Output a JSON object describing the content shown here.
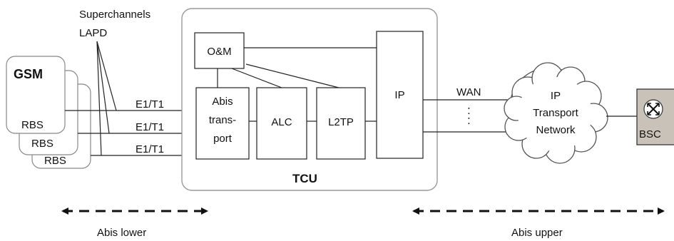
{
  "superchannels": {
    "line1": "Superchannels",
    "line2": "LAPD"
  },
  "rbs": {
    "system_label": "GSM",
    "box_label": "RBS"
  },
  "links": {
    "e1t1": [
      "E1/T1",
      "E1/T1",
      "E1/T1"
    ]
  },
  "tcu": {
    "title": "TCU",
    "om": "O&M",
    "abis_transport": [
      "Abis",
      "trans-",
      "port"
    ],
    "alc": "ALC",
    "l2tp": "L2TP",
    "ip": "IP"
  },
  "wan": {
    "label": "WAN",
    "ellipsis": ":"
  },
  "ip_network": {
    "lines": [
      "IP",
      "Transport",
      "Network"
    ]
  },
  "bsc": {
    "label": "BSC",
    "icon": "crossed-arrows-icon",
    "color": "#c9c2b8"
  },
  "ranges": {
    "abis_lower": "Abis lower",
    "abis_upper": "Abis upper"
  }
}
